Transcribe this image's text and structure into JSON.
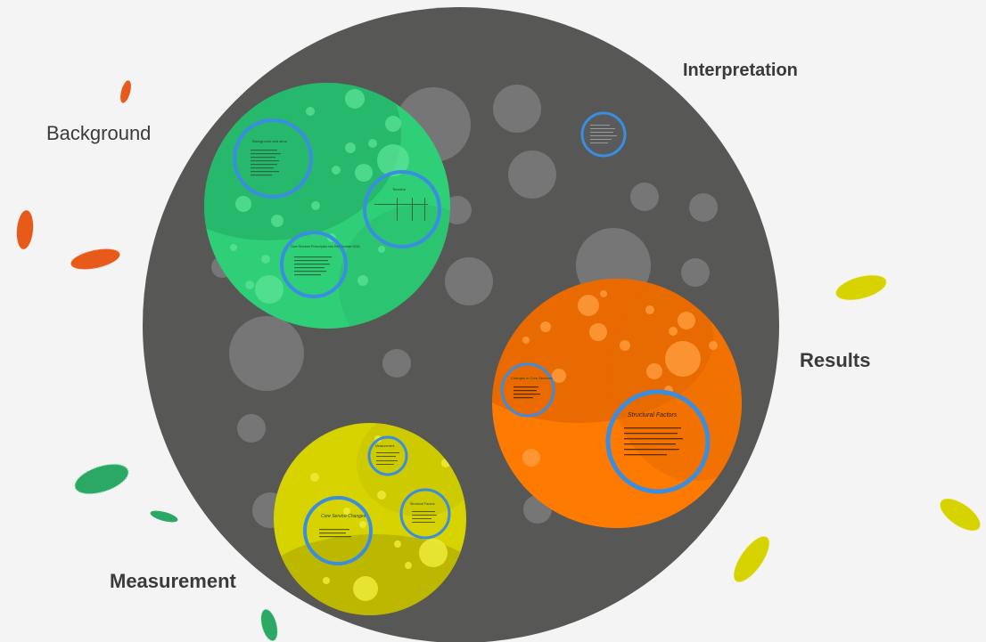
{
  "labels": {
    "background": "Background",
    "interpretation": "Interpretation",
    "results": "Results",
    "measurement": "Measurement"
  },
  "frames": {
    "green_top": "Background and aims",
    "green_right": "Timeline",
    "green_bottom": "Core Services Prescription into Rx0 October 2015",
    "orange_left": "Changes in Core Services",
    "orange_right": "Structural Factors",
    "orange_right_body": "Structural Factors had little to do with the changes in Core Service delivery. Lack of time, cost of change, variation would affect power and fewer results.",
    "yellow_top": "Measurement",
    "yellow_left": "Core Service Changes",
    "yellow_right": "Structural Factors"
  },
  "colors": {
    "big_circle": "#575756",
    "green": "#2ecf77",
    "orange": "#ff7a00",
    "yellow": "#d6d300",
    "frame_ring": "#3a8de0"
  }
}
